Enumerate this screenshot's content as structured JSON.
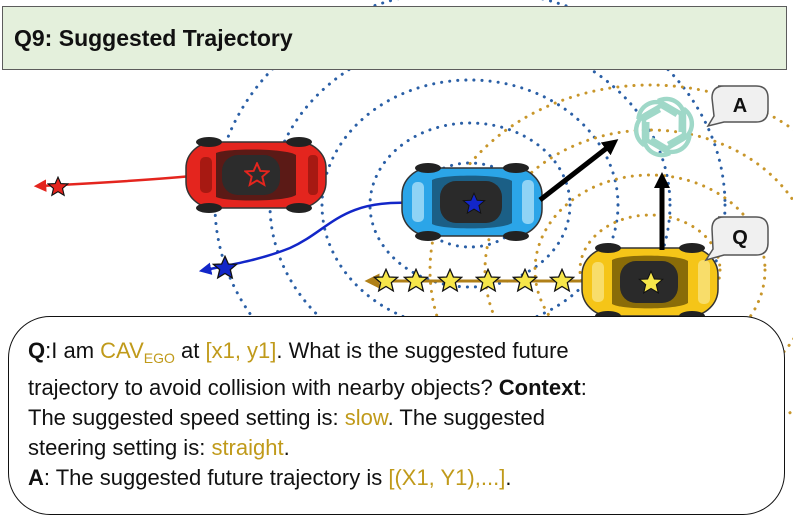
{
  "header": {
    "title": "Q9: Suggested Trajectory"
  },
  "callouts": {
    "answer_label": "A",
    "question_label": "Q"
  },
  "question": {
    "q_label": "Q",
    "q_sep": ":",
    "intro": "I am ",
    "vehicle": "CAV",
    "vehicle_sub": "EGO",
    "at": " at ",
    "position": "[x1, y1]",
    "question_tail": ". What is the suggested future",
    "line2": "trajectory to avoid collision with nearby objects? ",
    "context_label": "Context",
    "context_sep": ":",
    "line3_lead": "The suggested speed setting is: ",
    "speed": "slow",
    "line3_tail": ". The suggested",
    "line4_lead": "steering setting is: ",
    "steering": "straight",
    "line4_tail": ".",
    "a_label": "A",
    "a_lead": ": The suggested future trajectory is ",
    "a_value": "[(X1, Y1),...]",
    "a_tail": "."
  },
  "colors": {
    "red_car": "#e4251e",
    "blue_car": "#2ba5e8",
    "yellow_car": "#f5c518",
    "blue_path": "#1226c8",
    "gold_text": "#c09a1a",
    "title_bg": "#e4f0dc",
    "logo": "#9fd8c8",
    "ring_blue": "#2a5fa6",
    "ring_orange": "#c8962a"
  },
  "icons": [
    "gpt-logo-icon",
    "star-marker-icon",
    "arrow-icon"
  ]
}
